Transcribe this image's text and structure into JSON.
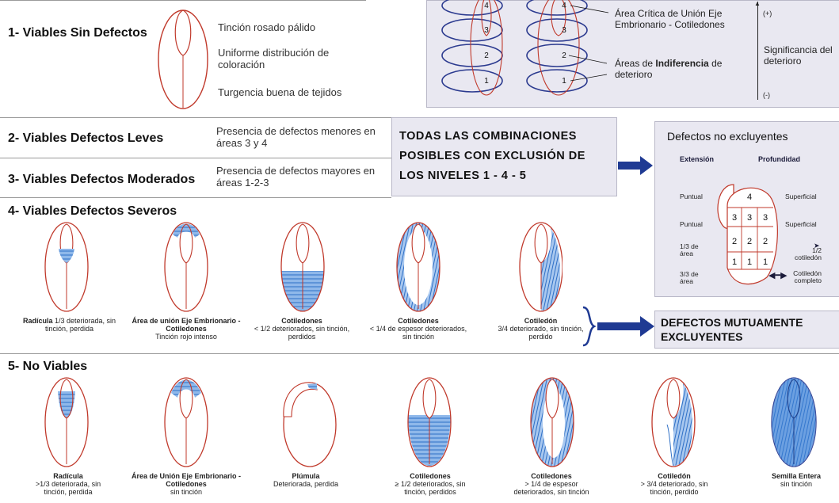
{
  "colors": {
    "seed_outline": "#c0392b",
    "blue_fill": "#3a7fd5",
    "dark_blue": "#2b3a8f",
    "navy_arrow": "#1f3a93",
    "box_bg": "#e9e8f1"
  },
  "viable_no_defects": {
    "title": "1- Viables Sin Defectos",
    "notes": [
      "Tinción rosado pálido",
      "Uniforme distribución de coloración",
      "Turgencia buena de tejidos"
    ]
  },
  "legend_top": {
    "levels": [
      "1",
      "2",
      "3",
      "4"
    ],
    "critical": "Área Crítica de Unión Eje Embrionario - Cotiledones",
    "indifference_pre": "Áreas de ",
    "indifference_bold": "Indiferencia",
    "indifference_post": " de deterioro",
    "plus": "(+)",
    "minus": "(-)",
    "significance": "Significancia del deterioro"
  },
  "viable_mild": {
    "title": "2- Viables Defectos Leves",
    "note": "Presencia de defectos menores en áreas 3 y 4"
  },
  "viable_moderate": {
    "title": "3- Viables Defectos Moderados",
    "note": "Presencia de defectos mayores en áreas 1-2-3"
  },
  "combinations_box": "TODAS LAS COMBINACIONES POSIBLES CON EXCLUSIÓN DE LOS NIVELES 1 - 4 - 5",
  "non_excluding": {
    "title": "Defectos no excluyentes",
    "col_extension": "Extensión",
    "col_depth": "Profundidad",
    "row_left": [
      "Puntual",
      "Puntual",
      "1/3 de área",
      "3/3 de área"
    ],
    "row_right": [
      "Superficial",
      "Superficial",
      "1/2 cotiledón",
      "Cotiledón completo"
    ],
    "grid": [
      "4",
      "3",
      "3",
      "3",
      "2",
      "2",
      "2",
      "1",
      "1",
      "1"
    ]
  },
  "severe": {
    "title": "4- Viables Defectos Severos",
    "items": [
      {
        "pre": "Radícula",
        "rest": " 1/3 deteriorada, sin tinción, perdida"
      },
      {
        "name": "Área de unión Eje Embrionario - Cotiledones",
        "desc": "Tinción rojo intenso"
      },
      {
        "name": "Cotiledones",
        "desc": "< 1/2 deteriorados, sin tinción, perdidos"
      },
      {
        "name": "Cotiledones",
        "desc": "< 1/4 de espesor deteriorados, sin tinción"
      },
      {
        "name": "Cotiledón",
        "desc": "3/4 deteriorado, sin tinción, perdido"
      }
    ]
  },
  "mutually_exclusive": "DEFECTOS MUTUAMENTE EXCLUYENTES",
  "non_viable": {
    "title": "5- No Viables",
    "items": [
      {
        "name": "Radícula",
        "desc": ">1/3 deteriorada, sin tinción, perdida"
      },
      {
        "name": "Área de Unión Eje Embrionario - Cotiledones",
        "desc": "sin tinción"
      },
      {
        "name": "Plúmula",
        "desc": "Deteriorada, perdida"
      },
      {
        "name": "Cotiledones",
        "desc": "≥ 1/2 deteriorados, sin tinción, perdidos"
      },
      {
        "name": "Cotiledones",
        "desc": "> 1/4 de espesor deteriorados, sin tinción"
      },
      {
        "name": "Cotiledón",
        "desc": "> 3/4 deteriorado, sin tinción, perdido"
      },
      {
        "name": "Semilla Entera",
        "desc": "sin tinción"
      }
    ]
  }
}
